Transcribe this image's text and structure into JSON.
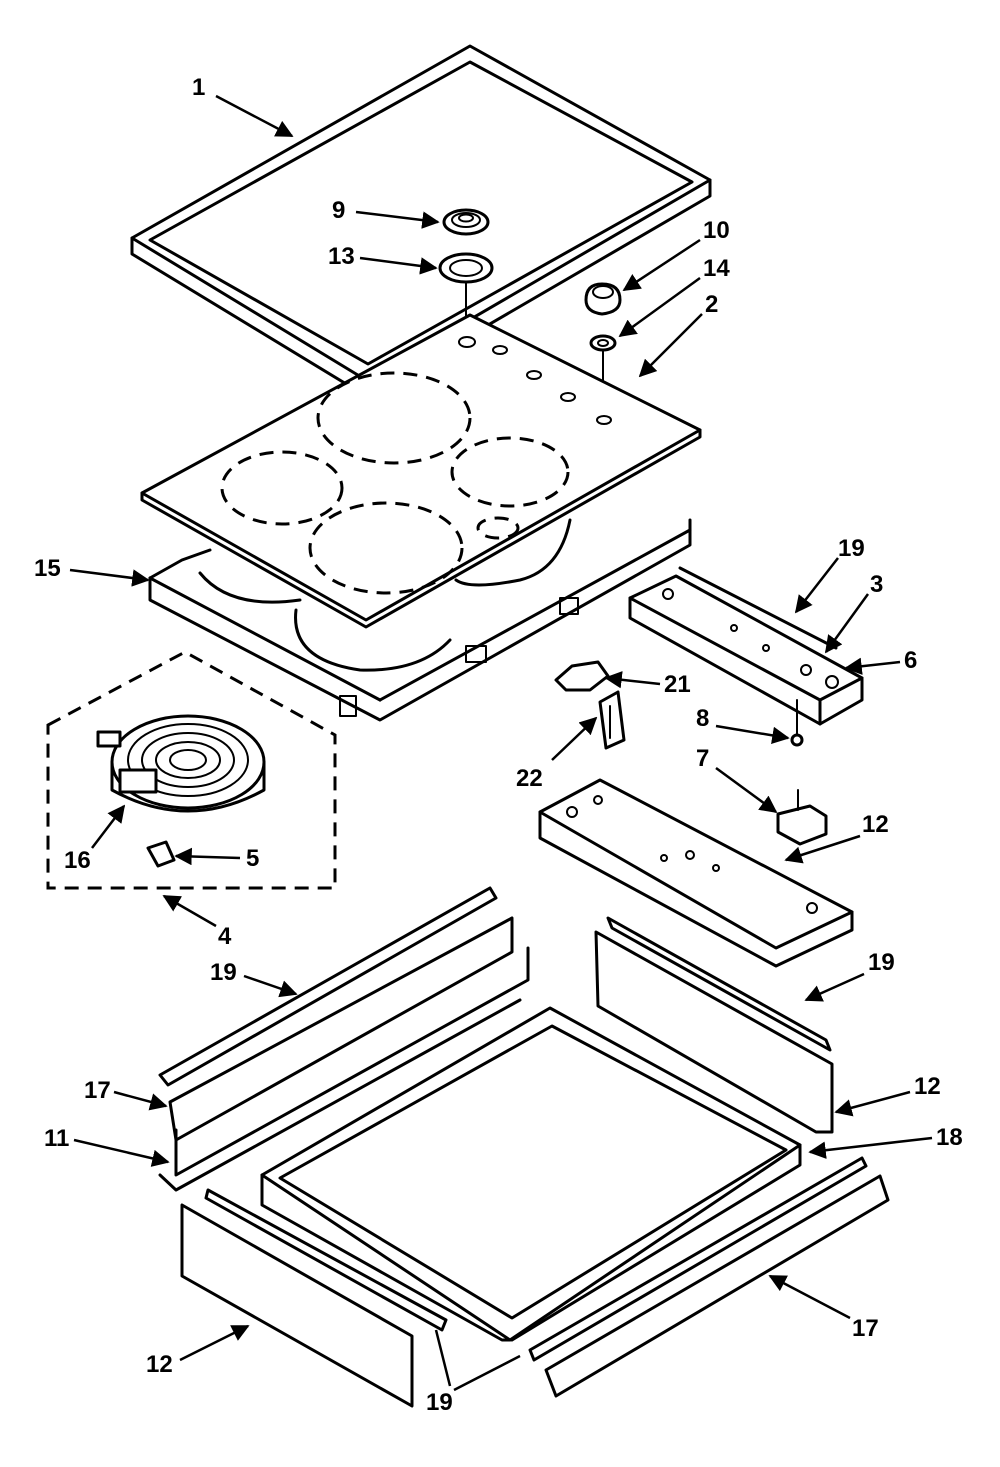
{
  "callouts": [
    {
      "id": "c1",
      "text": "1"
    },
    {
      "id": "c9",
      "text": "9"
    },
    {
      "id": "c13",
      "text": "13"
    },
    {
      "id": "c10",
      "text": "10"
    },
    {
      "id": "c14",
      "text": "14"
    },
    {
      "id": "c2",
      "text": "2"
    },
    {
      "id": "c15",
      "text": "15"
    },
    {
      "id": "c19a",
      "text": "19"
    },
    {
      "id": "c3",
      "text": "3"
    },
    {
      "id": "c6",
      "text": "6"
    },
    {
      "id": "c21",
      "text": "21"
    },
    {
      "id": "c8",
      "text": "8"
    },
    {
      "id": "c7",
      "text": "7"
    },
    {
      "id": "c22",
      "text": "22"
    },
    {
      "id": "c16",
      "text": "16"
    },
    {
      "id": "c5",
      "text": "5"
    },
    {
      "id": "c4",
      "text": "4"
    },
    {
      "id": "c12a",
      "text": "12"
    },
    {
      "id": "c19b",
      "text": "19"
    },
    {
      "id": "c19c",
      "text": "19"
    },
    {
      "id": "c17a",
      "text": "17"
    },
    {
      "id": "c11",
      "text": "11"
    },
    {
      "id": "c12b",
      "text": "12"
    },
    {
      "id": "c18",
      "text": "18"
    },
    {
      "id": "c17b",
      "text": "17"
    },
    {
      "id": "c12c",
      "text": "12"
    },
    {
      "id": "c19d",
      "text": "19"
    }
  ]
}
